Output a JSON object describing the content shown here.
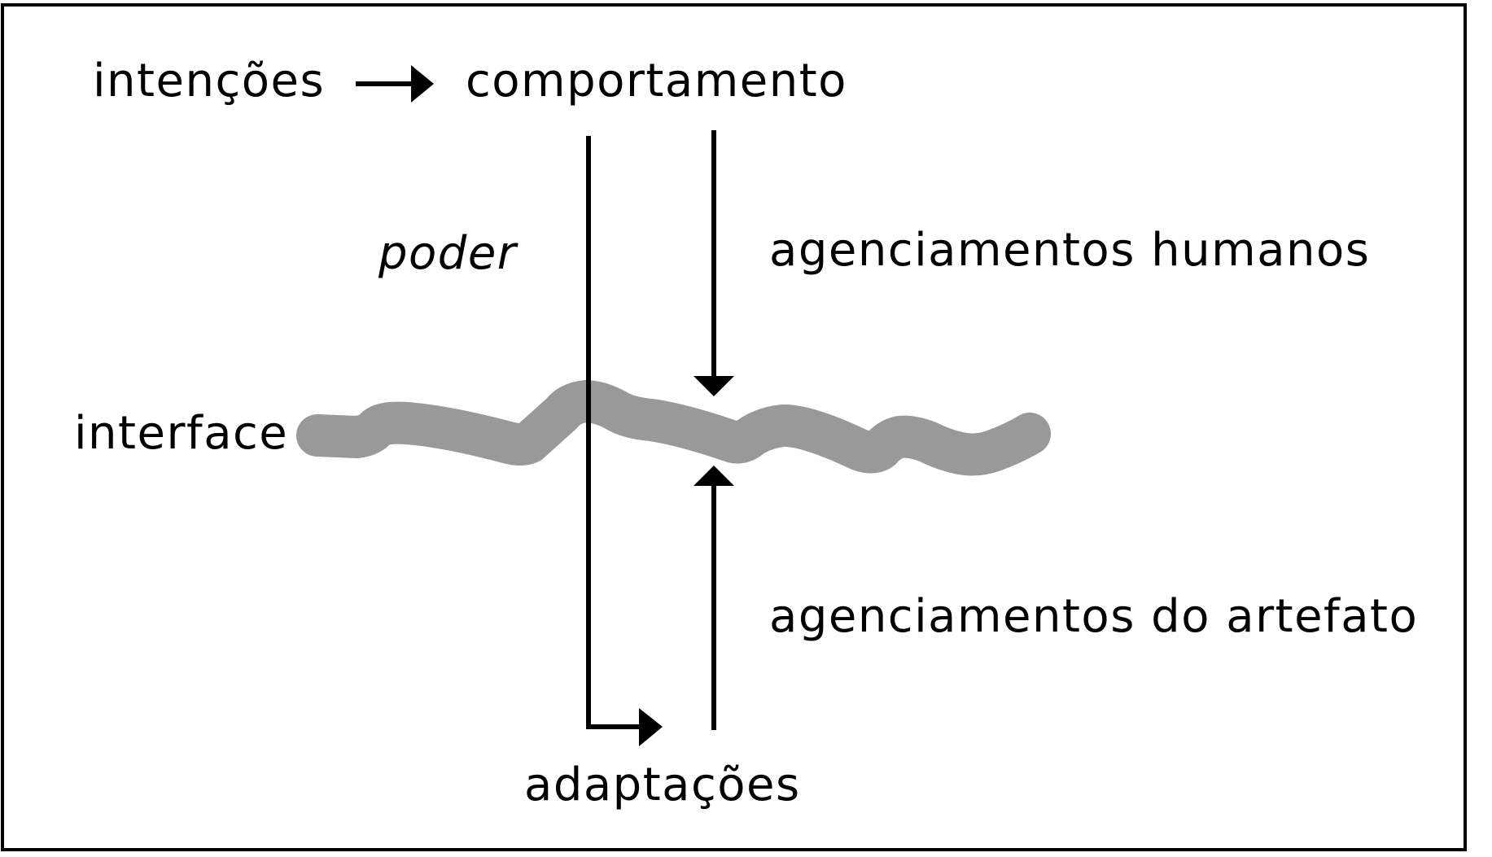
{
  "labels": {
    "intencoes": "intenções",
    "comportamento": "comportamento",
    "poder": "poder",
    "agenciamentos_humanos": "agenciamentos humanos",
    "interface": "interface",
    "agenciamentos_artefato": "agenciamentos do artefato",
    "adaptacoes": "adaptações"
  },
  "colors": {
    "ink": "#000000",
    "interface_stroke": "#999999",
    "frame": "#000000"
  },
  "relations": [
    {
      "from": "intenções",
      "to": "comportamento"
    },
    {
      "from": "comportamento",
      "to": "interface",
      "label": "agenciamentos humanos"
    },
    {
      "from": "comportamento",
      "to": "adaptações",
      "label": "poder"
    },
    {
      "from": "adaptações",
      "to": "interface",
      "label": "agenciamentos do artefato"
    }
  ]
}
